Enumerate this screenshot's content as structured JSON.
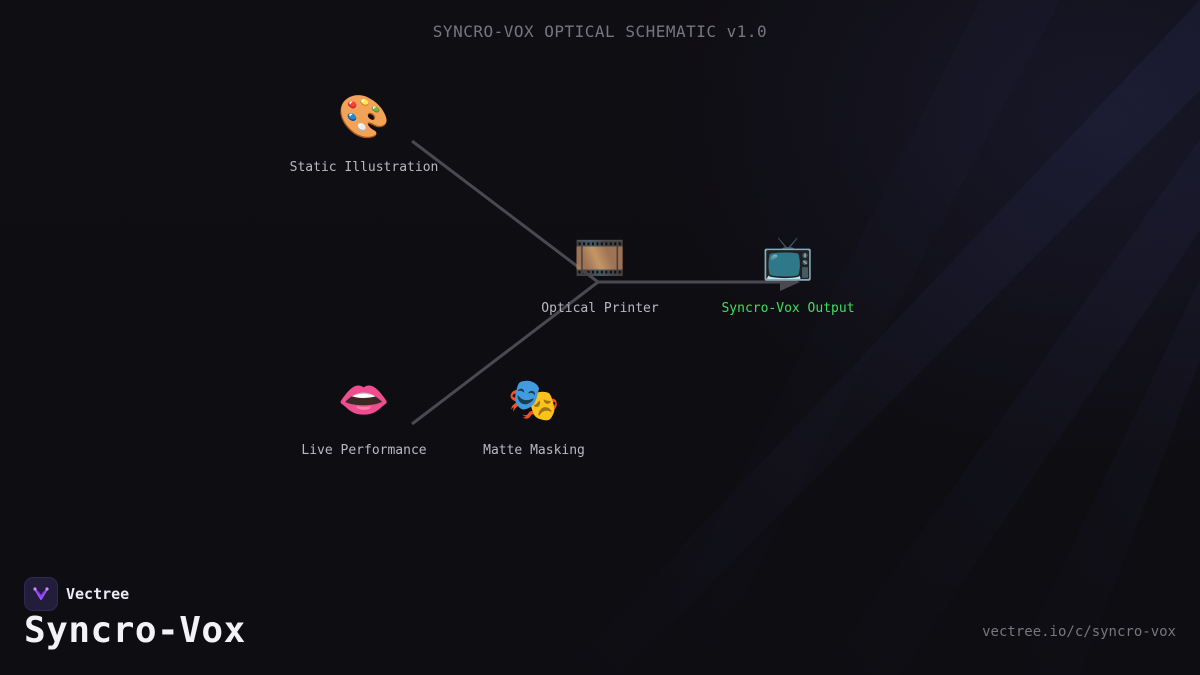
{
  "schematic": {
    "title": "SYNCRO-VOX OPTICAL SCHEMATIC v1.0"
  },
  "nodes": {
    "static_illustration": {
      "label": "Static Illustration",
      "icon": "palette-icon",
      "glyph": "🎨"
    },
    "optical_printer": {
      "label": "Optical Printer",
      "icon": "film-frames-icon",
      "glyph": "🎞️"
    },
    "syncro_vox_output": {
      "label": "Syncro-Vox Output",
      "icon": "television-icon",
      "glyph": "📺"
    },
    "live_performance": {
      "label": "Live Performance",
      "icon": "mouth-icon",
      "glyph": "👄"
    },
    "matte_masking": {
      "label": "Matte Masking",
      "icon": "theater-masks-icon",
      "glyph": "🎭"
    }
  },
  "edges": [
    {
      "from": "static_illustration",
      "to": "optical_printer"
    },
    {
      "from": "live_performance",
      "to": "optical_printer"
    },
    {
      "from": "optical_printer",
      "to": "syncro_vox_output"
    }
  ],
  "colors": {
    "background": "#0e0d12",
    "wire": "#4a494f",
    "output_label": "#3ee05a",
    "brand_accent": "#a64dff"
  },
  "footer": {
    "brand": "Vectree",
    "brand_icon": "vectree-logo-icon",
    "title": "Syncro-Vox",
    "url": "vectree.io/c/syncro-vox"
  }
}
